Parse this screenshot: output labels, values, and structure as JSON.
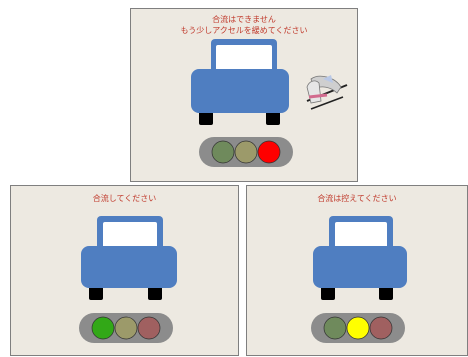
{
  "panels": {
    "top": {
      "message_line1": "合流はできません",
      "message_line2": "もう少しアクセルを緩めてください",
      "lights": [
        "off-green",
        "off-yellow",
        "red"
      ]
    },
    "bottom_left": {
      "message": "合流してください",
      "lights": [
        "green",
        "off-yellow",
        "off-red"
      ]
    },
    "bottom_right": {
      "message": "合流は控えてください",
      "lights": [
        "off-green",
        "yellow",
        "off-red"
      ]
    }
  },
  "colors": {
    "panel_bg": "#ede9e1",
    "car_body": "#4f7ec1",
    "message_text": "#c0392b",
    "light_red": "#ff0000",
    "light_yellow": "#ffff00",
    "light_green": "#32a817",
    "light_off_green": "#6f8a5c",
    "light_off_yellow": "#9c9a6a",
    "light_off_red": "#a06060"
  },
  "icons": [
    "car-rear-icon",
    "foot-on-pedal-icon",
    "traffic-light-icon"
  ]
}
